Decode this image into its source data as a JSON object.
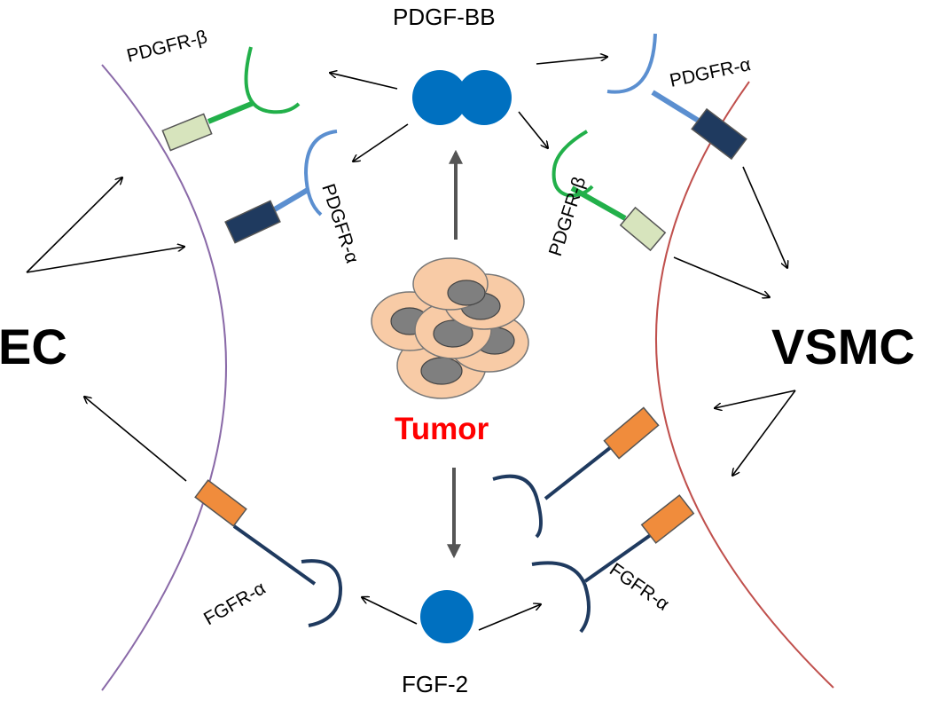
{
  "labels": {
    "ec": "EC",
    "vsmc": "VSMC",
    "tumor": "Tumor",
    "pdgf_bb": "PDGF-BB",
    "fgf2": "FGF-2",
    "pdgfr_beta": "PDGFR-β",
    "pdgfr_alpha": "PDGFR-α",
    "fgfr_alpha": "FGFR-α"
  },
  "colors": {
    "ec_membrane": "#8a6aa8",
    "vsmc_membrane": "#c0504d",
    "ligand": "#0070c0",
    "pdgfr_beta": "#22b04a",
    "pdgfr_beta_box": "#d7e4bd",
    "pdgfr_alpha": "#5b8fd0",
    "pdgfr_alpha_box": "#1f3a5f",
    "fgfr": "#1f3a5f",
    "fgfr_box": "#f08c3c",
    "tumor_cell": "#f8cba6",
    "tumor_nucleus": "#7f7f7f",
    "tumor_text": "#ff0000"
  }
}
